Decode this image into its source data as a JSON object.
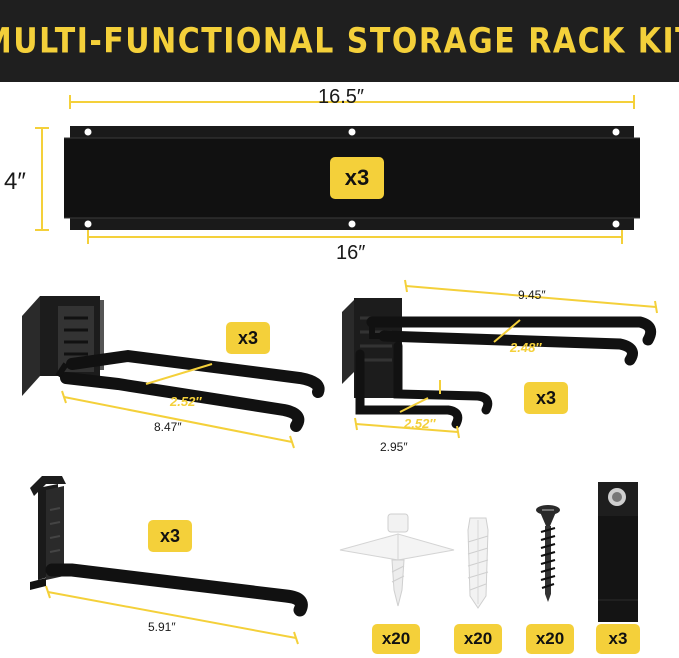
{
  "header": {
    "title": "MULTI-FUNCTIONAL STORAGE RACK KIT"
  },
  "colors": {
    "accent": "#f4d03a",
    "header_bg": "#1f1f1f",
    "product": "#151515"
  },
  "rail": {
    "width_top": "16.5″",
    "height": "4″",
    "width_bottom": "16″",
    "qty": "x3"
  },
  "hook_double": {
    "qty": "x3",
    "length": "8.47″",
    "gap": "2.52″"
  },
  "hook_multi": {
    "qty": "x3",
    "length": "9.45″",
    "gap_top": "2.48″",
    "gap_bottom": "2.52″",
    "depth": "2.95″"
  },
  "hook_single": {
    "qty": "x3",
    "length": "5.91″"
  },
  "hardware": {
    "anchor_wing": {
      "qty": "x20",
      "icon": "wing-anchor-icon"
    },
    "anchor_plug": {
      "qty": "x20",
      "icon": "wall-plug-icon"
    },
    "screw": {
      "qty": "x20",
      "icon": "screw-icon"
    },
    "strap": {
      "qty": "x3",
      "icon": "hook-loop-strap-icon"
    }
  }
}
